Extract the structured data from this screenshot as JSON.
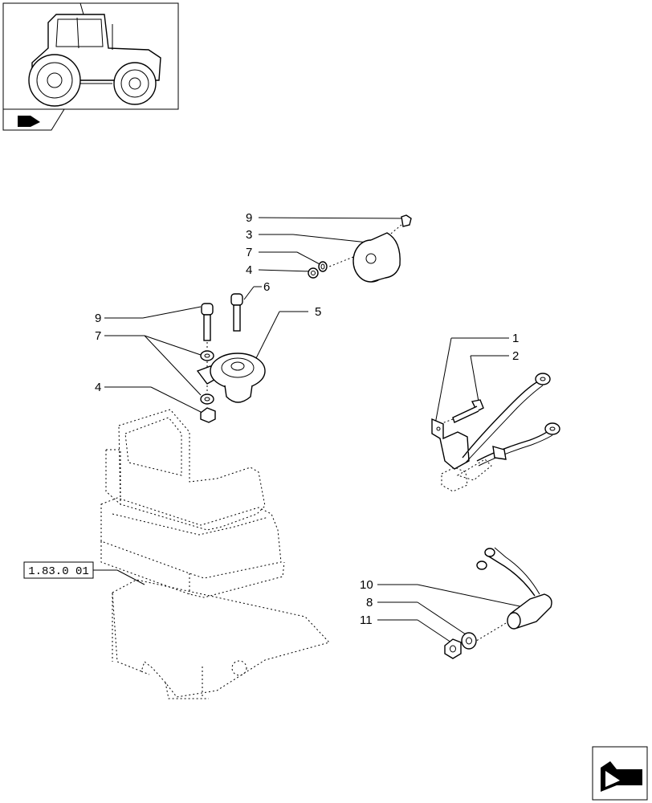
{
  "thumbnail": {
    "icon": "tractor-thumbnail",
    "nav_icon": "section-arrow-icon"
  },
  "callouts": [
    {
      "id": "c9a",
      "text": "9"
    },
    {
      "id": "c3",
      "text": "3"
    },
    {
      "id": "c7a",
      "text": "7"
    },
    {
      "id": "c4a",
      "text": "4"
    },
    {
      "id": "c6",
      "text": "6"
    },
    {
      "id": "c5",
      "text": "5"
    },
    {
      "id": "c9b",
      "text": "9"
    },
    {
      "id": "c7b",
      "text": "7"
    },
    {
      "id": "c4b",
      "text": "4"
    },
    {
      "id": "c1",
      "text": "1"
    },
    {
      "id": "c2",
      "text": "2"
    },
    {
      "id": "c10",
      "text": "10"
    },
    {
      "id": "c8",
      "text": "8"
    },
    {
      "id": "c11",
      "text": "11"
    }
  ],
  "reference_box": {
    "text": "1.83.0 01"
  },
  "next_page_icon": "next-page-arrow-icon"
}
